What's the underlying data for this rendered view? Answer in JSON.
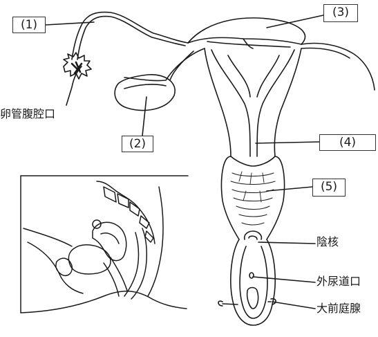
{
  "labels": {
    "l1": "(1)",
    "l2": "(2)",
    "l3": "(3)",
    "l4": "(4)",
    "l5": "(5)",
    "oviduct_opening": "卵管腹腔口",
    "clitoris": "陰核",
    "urethral_opening": "外尿道口",
    "bartholin_gland": "大前庭腺"
  },
  "colors": {
    "ink": "#1a1a1a",
    "background": "#ffffff"
  }
}
